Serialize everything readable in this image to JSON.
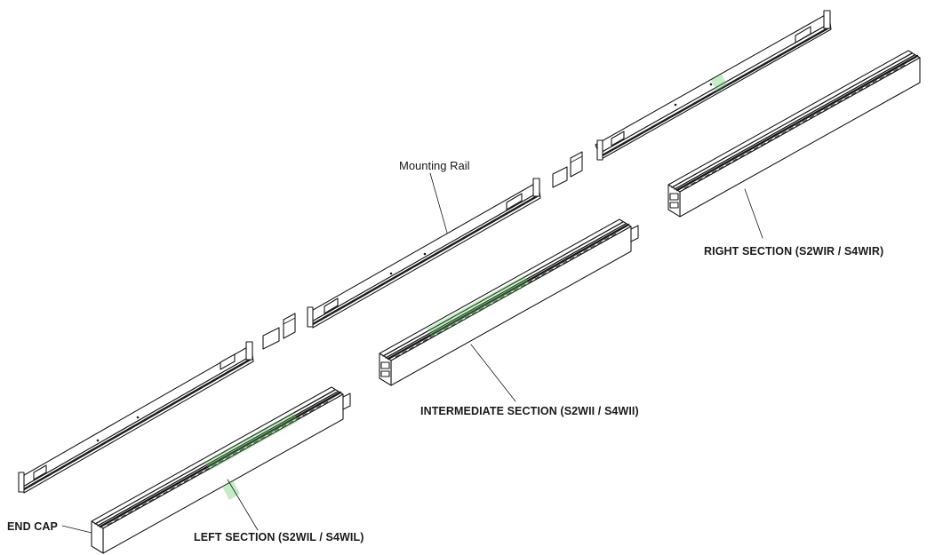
{
  "labels": {
    "mounting_rail": "Mounting Rail",
    "right_section": "RIGHT SECTION (S2WIR / S4WIR)",
    "intermediate_section": "INTERMEDIATE SECTION (S2WII / S4WII)",
    "left_section": "LEFT SECTION (S2WIL / S4WIL)",
    "end_cap": "END CAP"
  },
  "colors": {
    "line": "#1a1a1a",
    "highlight": "#5cc95c",
    "background": "#ffffff"
  }
}
